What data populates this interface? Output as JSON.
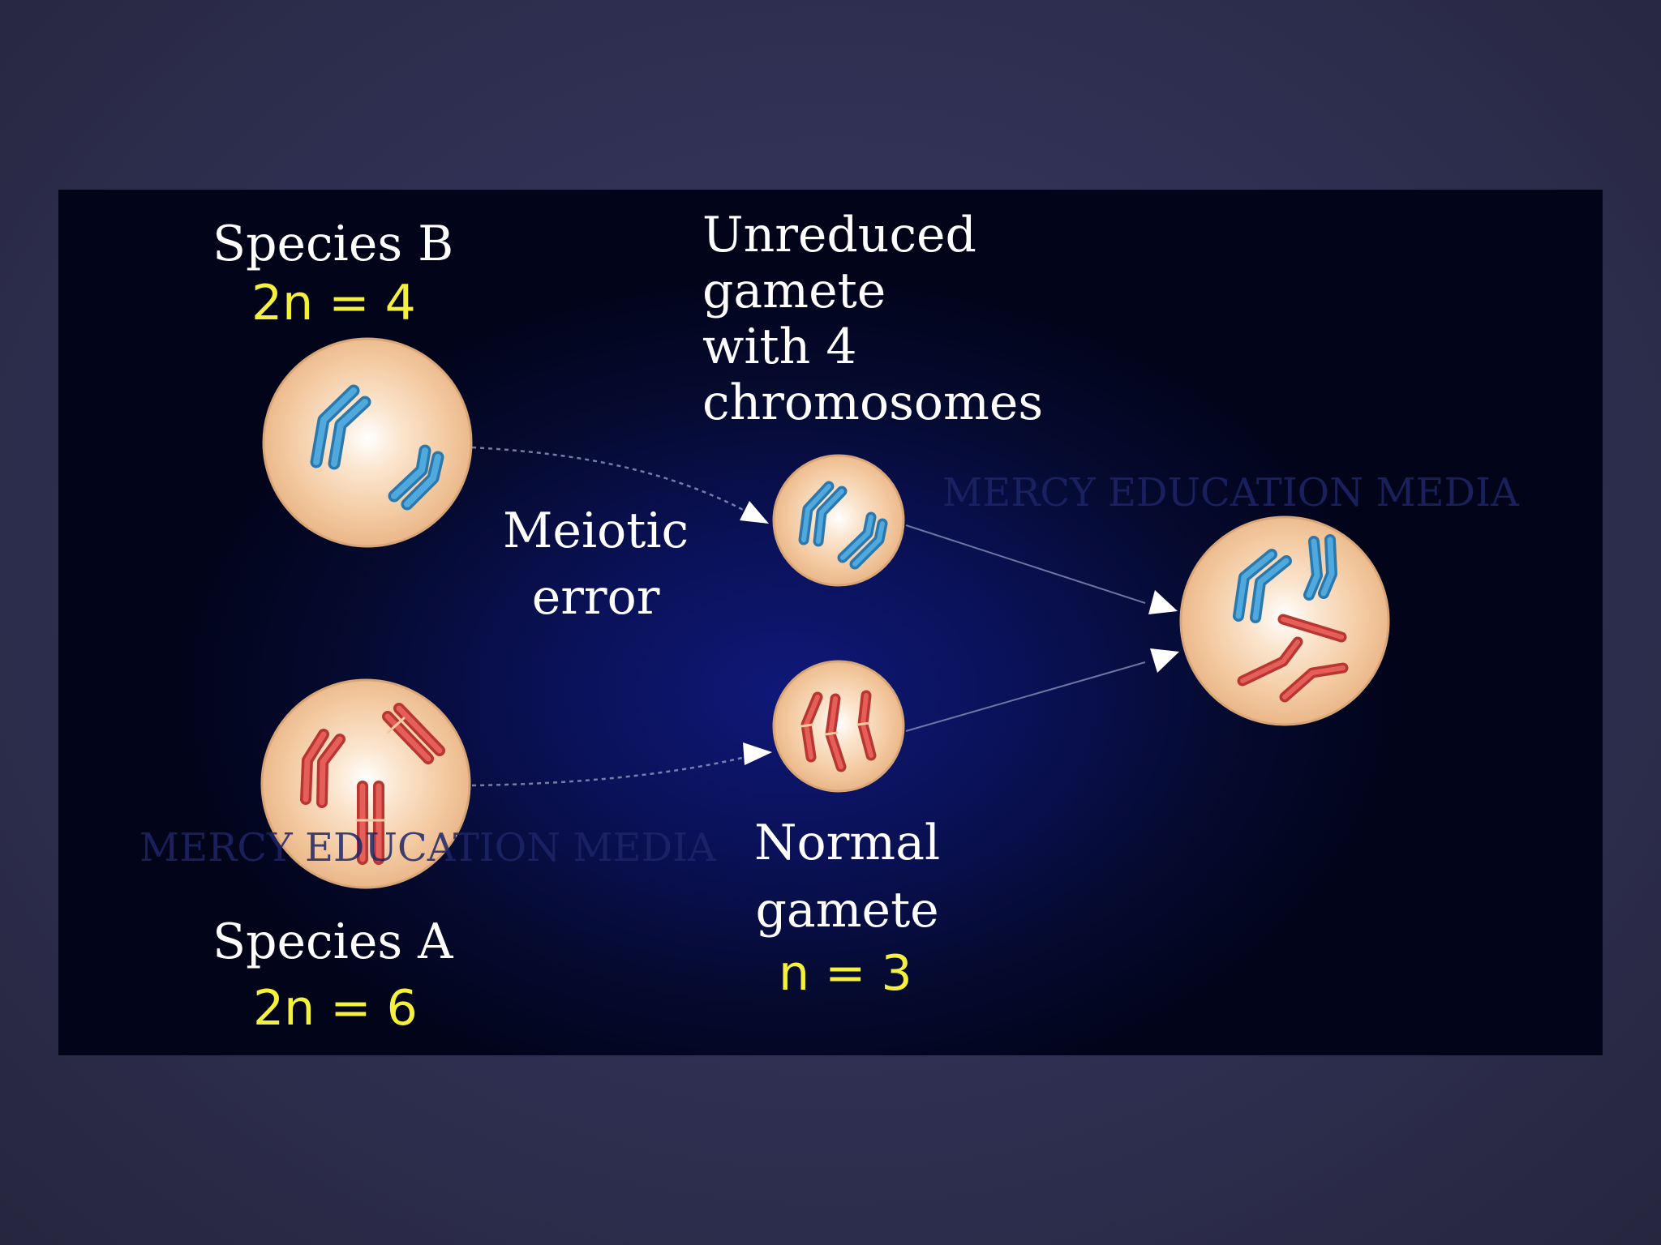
{
  "labels": {
    "species_b": "Species B",
    "species_b_count": "2n = 4",
    "species_a": "Species A",
    "species_a_count": "2n = 6",
    "unreduced_gamete": "Unreduced\ngamete\nwith 4\nchromosomes",
    "meiotic_error": "Meiotic\nerror",
    "normal_gamete": "Normal\ngamete",
    "normal_gamete_count": "n = 3"
  },
  "watermarks": {
    "top": "MERCY EDUCATION MEDIA",
    "bottom": "MERCY EDUCATION MEDIA"
  },
  "colors": {
    "slide_outer": "#2f2f52",
    "slide_inner": "#0a1157",
    "cell_fill": "#f6cfa4",
    "chromosome_blue": "#3a9ad0",
    "chromosome_red": "#e0504a",
    "count_text": "#f4f03c",
    "label_text": "#ffffff"
  }
}
